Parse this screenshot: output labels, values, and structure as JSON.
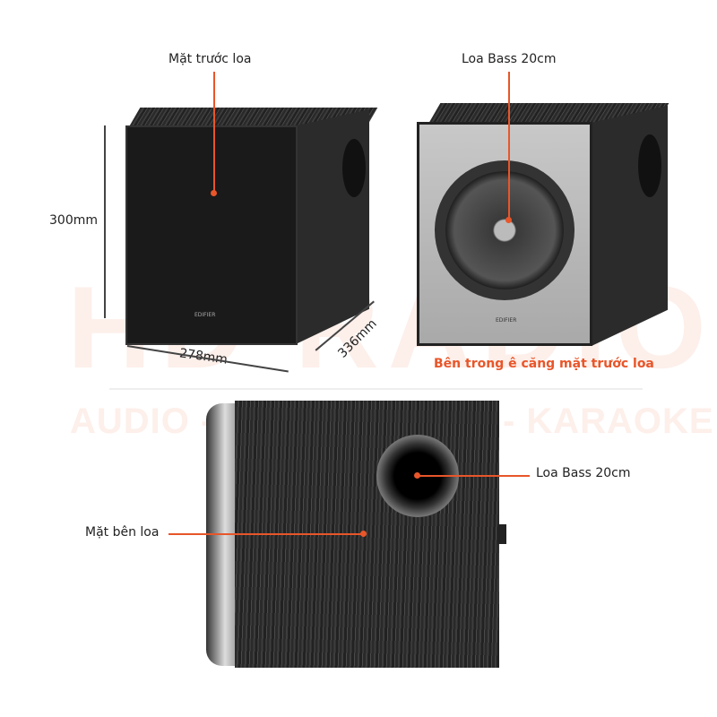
{
  "labels": {
    "front_face": "Mặt trước loa",
    "bass_top": "Loa Bass 20cm",
    "height": "300mm",
    "width": "278mm",
    "depth": "336mm",
    "inside_note": "Bên trong ê căng mặt trước loa",
    "bass_side": "Loa Bass 20cm",
    "side_face": "Mặt bên loa"
  },
  "brand": "EDIFIER",
  "watermark": {
    "main": "HD RADIO",
    "sub": "AUDIO - HOME CINEMA - KARAOKE"
  },
  "colors": {
    "accent": "#e8562a"
  }
}
